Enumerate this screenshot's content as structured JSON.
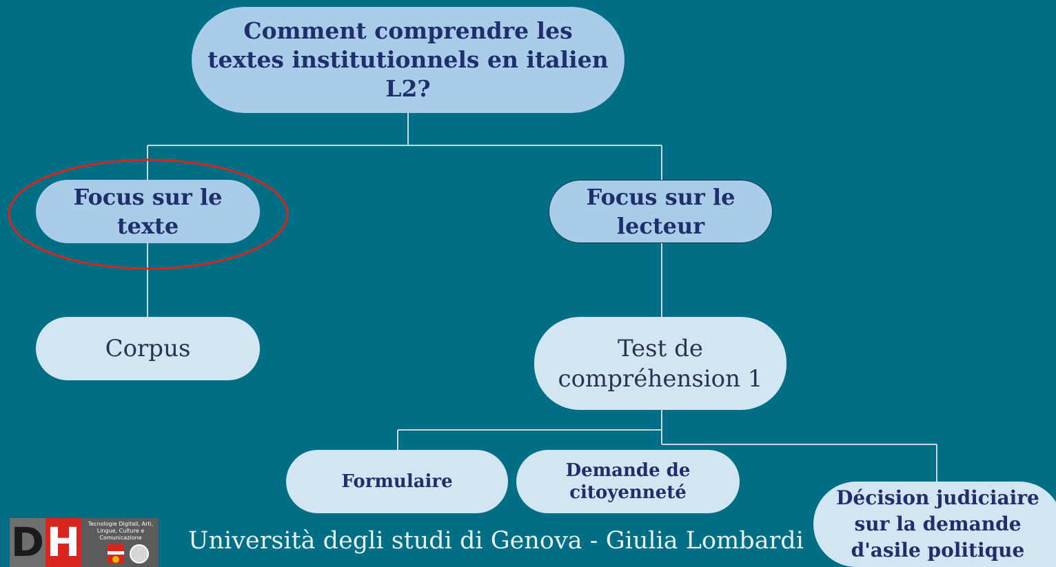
{
  "diagram": {
    "root": "Comment comprendre les textes institutionnels en italien L2?",
    "focus_texte": [
      "Focus sur le",
      "texte"
    ],
    "focus_lecteur": [
      "Focus sur le",
      "lecteur"
    ],
    "corpus": "Corpus",
    "test": [
      "Test de",
      "compréhension 1"
    ],
    "formulaire": "Formulaire",
    "citoyennete": [
      "Demande de",
      "citoyenneté"
    ],
    "decision": [
      "Décision judiciaire",
      "sur la demande",
      "d'asile politique"
    ]
  },
  "footer": {
    "text": "Università degli studi di Genova - Giulia Lombardi",
    "logo": {
      "letters": "DH",
      "tagline": "Tecnologie Digitali, Arti, Lingue, Culture e Comunicazione"
    }
  },
  "colors": {
    "background": "#006e84",
    "node_dark": "#a9cde9",
    "node_light": "#d2e5f3",
    "text": "#1f2f6b",
    "highlight": "#d8261f"
  }
}
